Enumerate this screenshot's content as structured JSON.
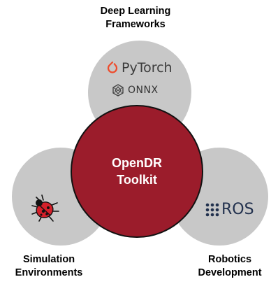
{
  "colors": {
    "center": "#9b1c2b",
    "satellite": "#c8c8c8",
    "pytorch": "#ee4c2c",
    "ros": "#22314e"
  },
  "top_label": {
    "line1": "Deep Learning",
    "line2": "Frameworks"
  },
  "left_label": {
    "line1": "Simulation",
    "line2": "Environments"
  },
  "right_label": {
    "line1": "Robotics",
    "line2": "Development"
  },
  "center": {
    "line1": "OpenDR",
    "line2": "Toolkit"
  },
  "logos": {
    "pytorch": {
      "icon": "pytorch-flame-icon",
      "text": "PyTorch"
    },
    "onnx": {
      "icon": "onnx-icon",
      "text": "ONNX"
    },
    "ros": {
      "icon": "ros-dots-icon",
      "text": "ROS"
    },
    "ladybug": {
      "icon": "ladybug-icon"
    }
  }
}
